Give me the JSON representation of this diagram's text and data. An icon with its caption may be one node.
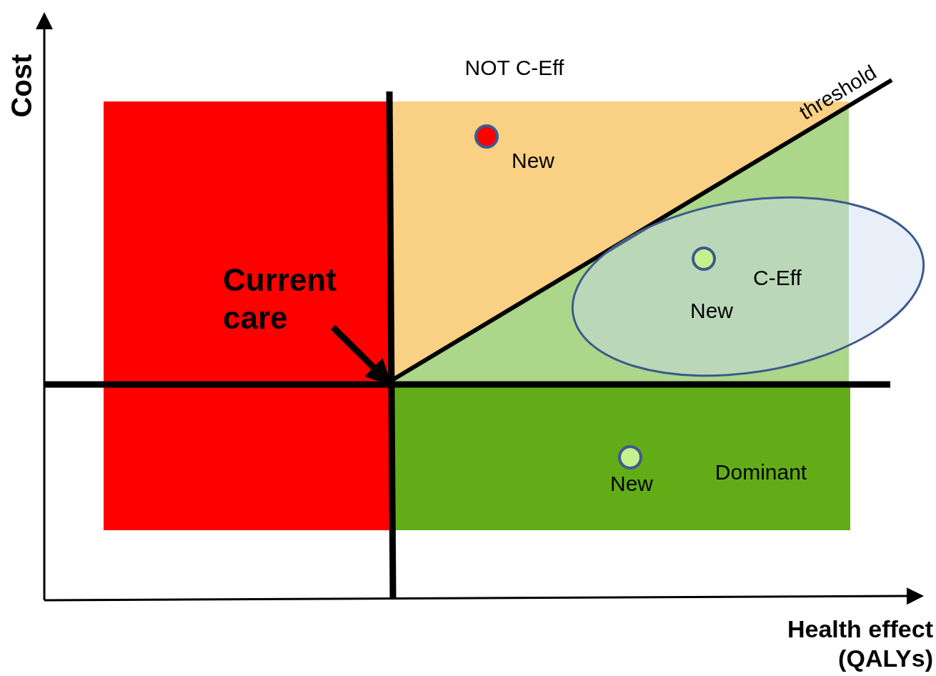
{
  "diagram": {
    "nodes": [
      {
        "text": [
          "Current care"
        ]
      },
      {
        "text": [],
        "shape": "circle",
        "beside": [
          "New"
        ]
      },
      {
        "text": [
          "C-Eff"
        ]
      },
      {
        "text": [],
        "shape": "circle",
        "beside": [
          "New"
        ],
        "in": 2
      },
      {
        "text": [],
        "shape": "circle",
        "beside": [
          "New"
        ]
      },
      {
        "text": [],
        "shape": "point"
      }
    ],
    "edges": [
      {
        "from": 0,
        "to": 5,
        "arrow": "to"
      }
    ],
    "labels": [
      "Cost",
      "NOT C-Eff",
      "threshold",
      "Dominant",
      "Health effect (QALYs)"
    ]
  }
}
